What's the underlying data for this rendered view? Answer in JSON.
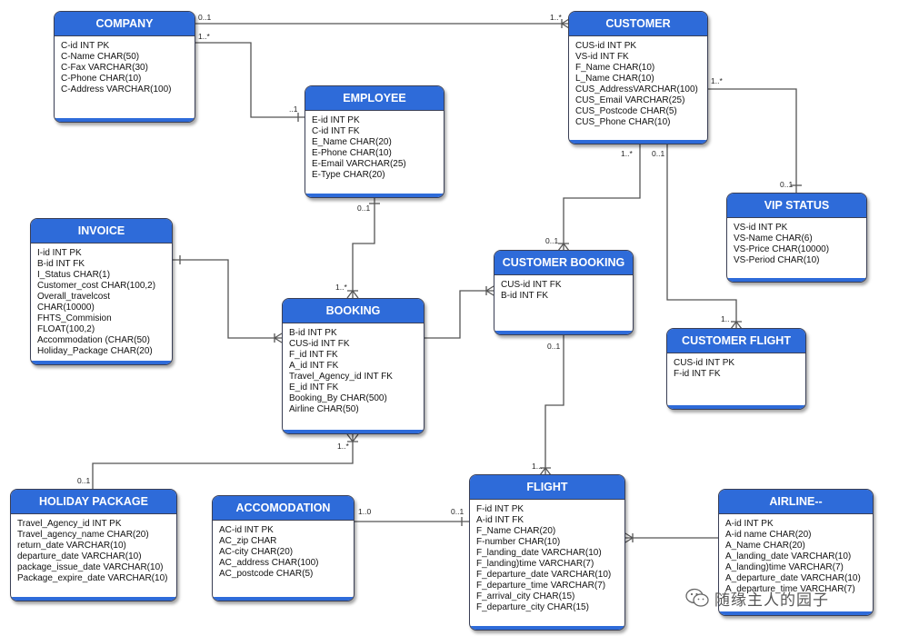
{
  "entities": {
    "company": {
      "title": "COMPANY",
      "attrs": [
        "C-id INT PK",
        "C-Name CHAR(50)",
        "C-Fax VARCHAR(30)",
        "C-Phone CHAR(10)",
        "C-Address VARCHAR(100)"
      ]
    },
    "customer": {
      "title": "CUSTOMER",
      "attrs": [
        "CUS-id INT PK",
        "VS-id INT FK",
        "F_Name CHAR(10)",
        "L_Name CHAR(10)",
        "CUS_AddressVARCHAR(100)",
        "CUS_Email VARCHAR(25)",
        "CUS_Postcode CHAR(5)",
        "CUS_Phone CHAR(10)"
      ]
    },
    "employee": {
      "title": "EMPLOYEE",
      "attrs": [
        "E-id INT PK",
        "C-id INT FK",
        "E_Name CHAR(20)",
        "E-Phone CHAR(10)",
        "E-Email VARCHAR(25)",
        "E-Type CHAR(20)"
      ]
    },
    "vip_status": {
      "title": "VIP STATUS",
      "attrs": [
        "VS-id INT PK",
        "VS-Name CHAR(6)",
        "VS-Price CHAR(10000)",
        "VS-Period CHAR(10)"
      ]
    },
    "invoice": {
      "title": "INVOICE",
      "attrs": [
        "I-id INT PK",
        "B-id INT FK",
        "I_Status CHAR(1)",
        "Customer_cost CHAR(100,2)",
        "Overall_travelcost",
        "CHAR(10000)",
        "FHTS_Commision",
        "FLOAT(100,2)",
        "Accommodation (CHAR(50)",
        "Holiday_Package CHAR(20)"
      ]
    },
    "customer_booking": {
      "title": "CUSTOMER BOOKING",
      "attrs": [
        "CUS-id INT FK",
        "B-id INT FK"
      ]
    },
    "booking": {
      "title": "BOOKING",
      "attrs": [
        "B-id INT PK",
        "CUS-id INT FK",
        "F_id INT FK",
        "A_id INT FK",
        "Travel_Agency_id INT FK",
        "E_id INT FK",
        "Booking_By CHAR(500)",
        "Airline CHAR(50)"
      ]
    },
    "customer_flight": {
      "title": "CUSTOMER FLIGHT",
      "attrs": [
        "CUS-id INT PK",
        "F-id INT FK"
      ]
    },
    "holiday_package": {
      "title": "HOLIDAY PACKAGE",
      "attrs": [
        "Travel_Agency_id INT PK",
        "Travel_agency_name CHAR(20)",
        "return_date VARCHAR(10)",
        "departure_date VARCHAR(10)",
        "package_issue_date VARCHAR(10)",
        "Package_expire_date VARCHAR(10)"
      ]
    },
    "accomodation": {
      "title": "ACCOMODATION",
      "attrs": [
        "AC-id INT PK",
        "AC_zip CHAR",
        "AC-city CHAR(20)",
        "AC_address CHAR(100)",
        "AC_postcode CHAR(5)"
      ]
    },
    "flight": {
      "title": "FLIGHT",
      "attrs": [
        "F-id INT PK",
        "A-id INT FK",
        "F_Name CHAR(20)",
        "F-number CHAR(10)",
        "F_landing_date VARCHAR(10)",
        "F_landing)time VARCHAR(7)",
        "F_departure_date VARCHAR(10)",
        "F_departure_time VARCHAR(7)",
        "F_arrival_city CHAR(15)",
        "F_departure_city CHAR(15)"
      ]
    },
    "airline": {
      "title": "AIRLINE--",
      "attrs": [
        "A-id INT PK",
        "A-id name CHAR(20)",
        "A_Name CHAR(20)",
        "A_landing_date VARCHAR(10)",
        "A_landing)time VARCHAR(7)",
        "A_departure_date VARCHAR(10)",
        "A_departure_time VARCHAR(7)"
      ]
    }
  },
  "multiplicities": {
    "company_customer_left": "0..1",
    "company_customer_right": "1..*",
    "company_employee_left": "1..*",
    "company_employee_right": "..1",
    "customer_vip_top": "1..*",
    "customer_vip_bottom": "0..1",
    "customer_cb_top": "1..*",
    "customer_cf_top": "0..1",
    "customer_cb_bottom": "0..1",
    "customer_cf_bottom": "1..",
    "employee_booking_top": "0..1",
    "employee_booking_bottom": "1..*",
    "cb_flight_top": "0..1",
    "cb_flight_bottom": "1...",
    "booking_holiday_top": "1..*",
    "booking_holiday_bottom": "0..1",
    "acc_flight_left": "1..0",
    "acc_flight_right": "0..1"
  },
  "watermark": {
    "text": "随缘主人的园子",
    "icon": "wechat-icon"
  },
  "colors": {
    "header": "#2e6bd9",
    "border": "#3a3f55",
    "line": "#555555"
  }
}
